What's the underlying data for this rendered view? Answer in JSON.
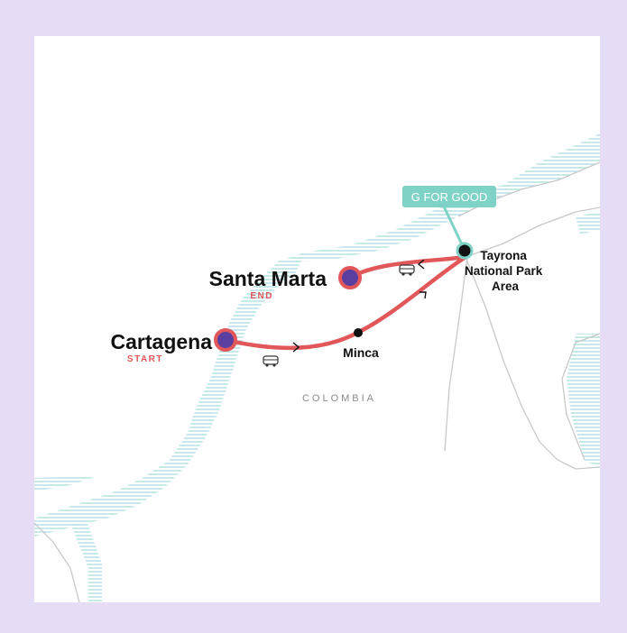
{
  "colors": {
    "route": "#e1575a",
    "stop_fill": "#5b3fa0",
    "stop_ring": "#e1575a",
    "badge": "#7fd3c6",
    "coast_hatch": "#a9dde2",
    "land_line": "#c9c9c9",
    "frame": "#e6dcf5"
  },
  "country": "COLOMBIA",
  "badge": {
    "label": "G FOR GOOD"
  },
  "stops": {
    "cartagena": {
      "name": "Cartagena",
      "tag": "START"
    },
    "santa_marta": {
      "name": "Santa Marta",
      "tag": "END"
    },
    "minca": {
      "name": "Minca"
    },
    "tayrona": {
      "lines": [
        "Tayrona",
        "National Park",
        "Area"
      ]
    }
  },
  "icons": [
    "bus-icon",
    "bus-icon",
    "bus-icon",
    "direction-arrow-icon"
  ]
}
